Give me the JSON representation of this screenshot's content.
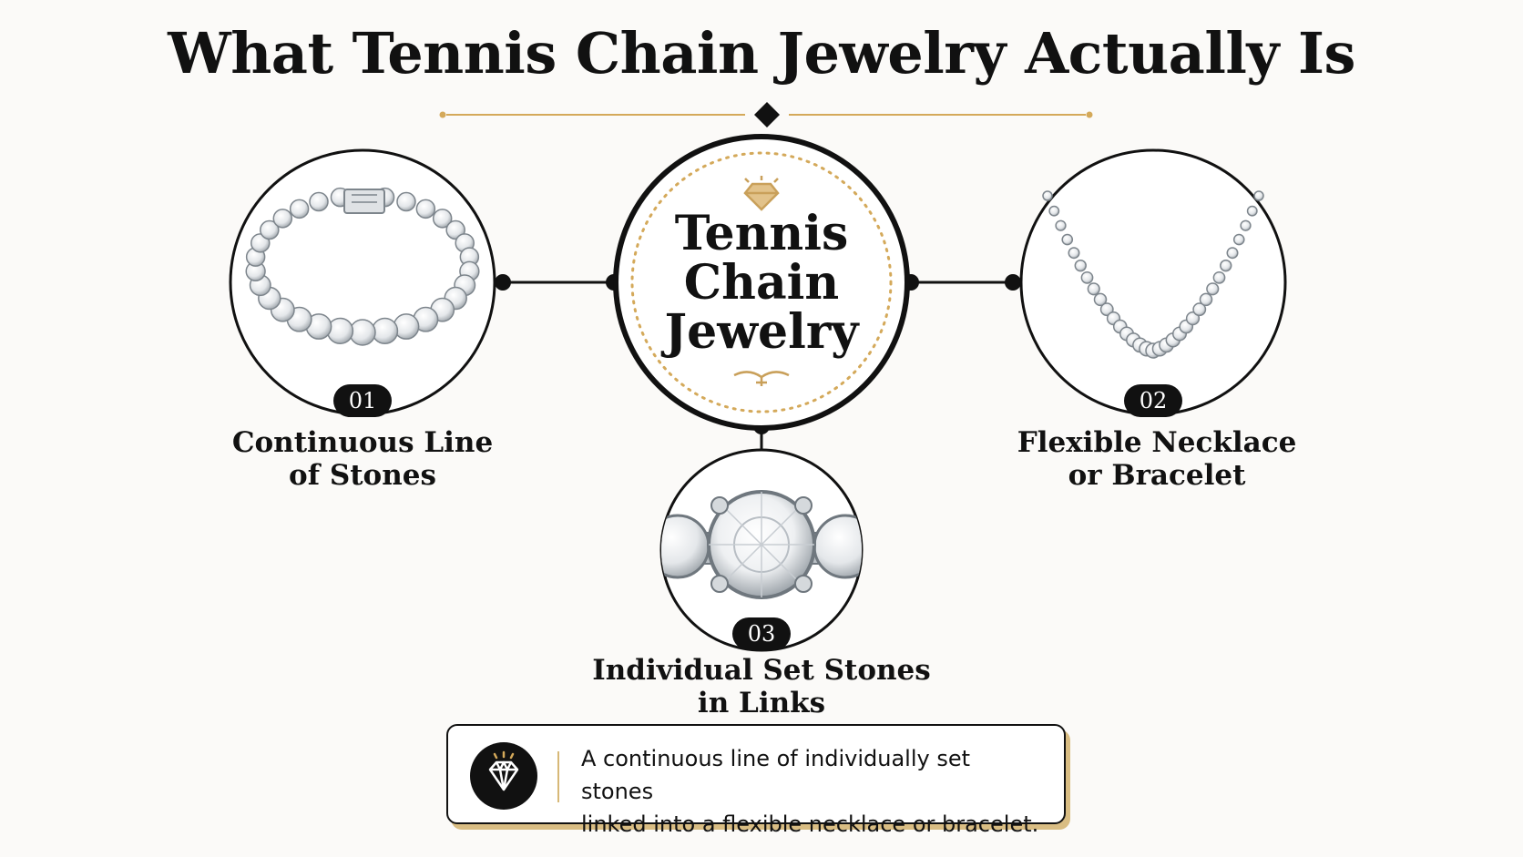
{
  "title": "What Tennis Chain Jewelry Actually Is",
  "center": {
    "lines": [
      "Tennis",
      "Chain",
      "Jewelry"
    ]
  },
  "features": [
    {
      "number": "01",
      "label_lines": [
        "Continuous Line",
        "of Stones"
      ],
      "image": "tennis-bracelet"
    },
    {
      "number": "02",
      "label_lines": [
        "Flexible Necklace",
        "or Bracelet"
      ],
      "image": "tennis-necklace"
    },
    {
      "number": "03",
      "label_lines": [
        "Individual Set Stones",
        "in Links"
      ],
      "image": "prong-set-stone-closeup"
    }
  ],
  "summary": {
    "icon": "diamond-icon",
    "text_lines": [
      "A continuous line of individually set stones",
      "linked into a flexible necklace or bracelet."
    ]
  },
  "colors": {
    "accent_gold": "#d4a95a",
    "ink": "#111111",
    "background": "#fbfaf8"
  }
}
